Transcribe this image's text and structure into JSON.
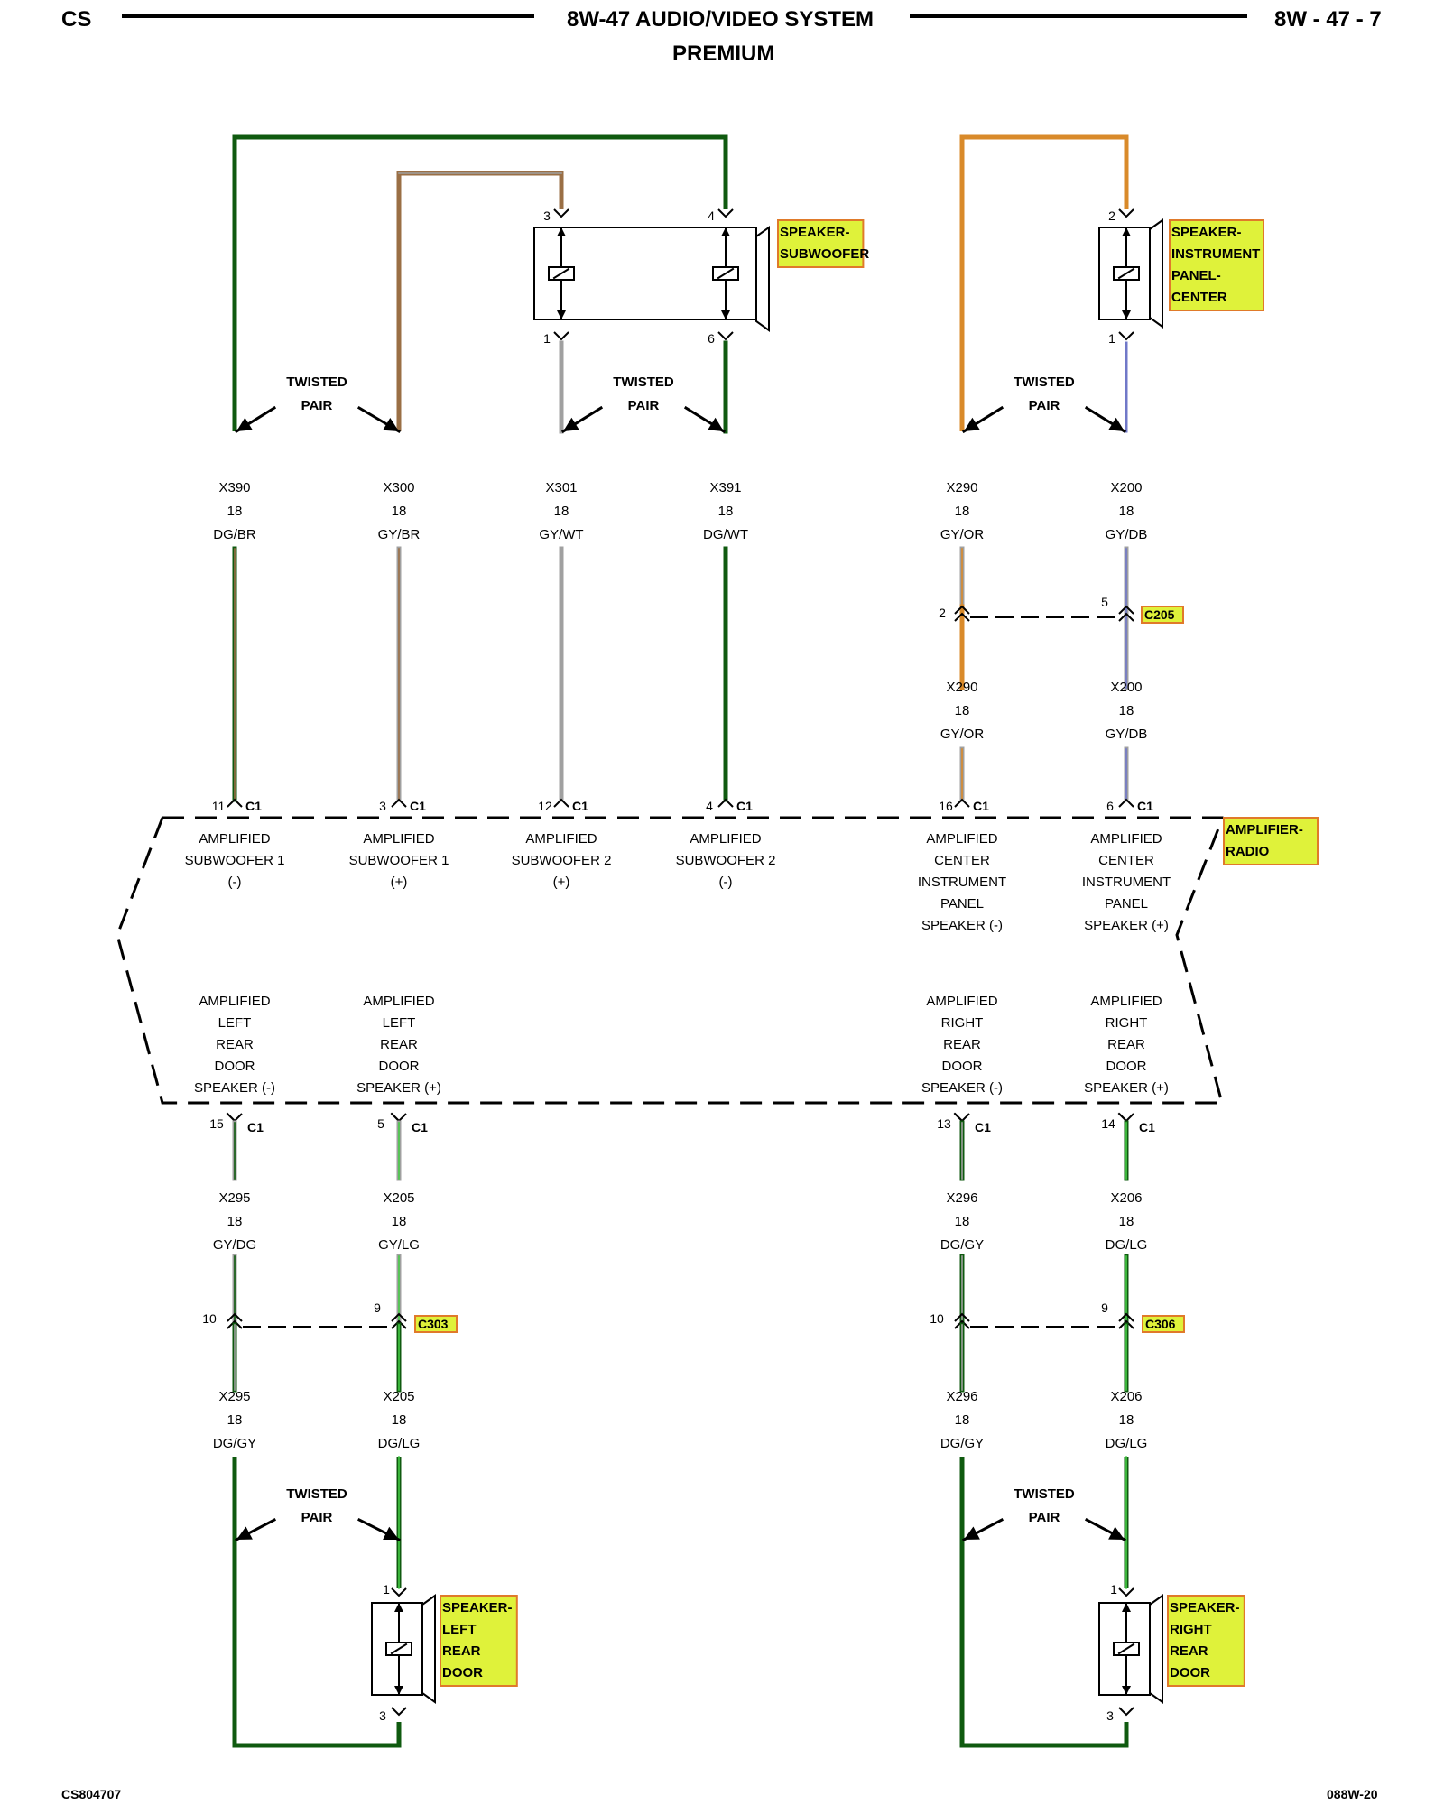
{
  "header": {
    "left": "CS",
    "title": "8W-47 AUDIO/VIDEO SYSTEM",
    "subtitle": "PREMIUM",
    "right": "8W - 47 - 7"
  },
  "footer": {
    "left": "CS804707",
    "right": "088W-20"
  },
  "colors": {
    "DG": "#0f5a0f",
    "BR": "#9a6f45",
    "GY": "#a0a0a0",
    "OR": "#d98a2a",
    "DB": "#7078c8",
    "LG": "#46cc46",
    "highlight": "#dff23a",
    "highlight_border": "#e07a2a"
  },
  "twisted_pair_label": [
    "TWISTED",
    "PAIR"
  ],
  "components": {
    "subwoofer": {
      "name": "SPEAKER-SUBWOOFER",
      "lines": [
        "SPEAKER-",
        "SUBWOOFER"
      ]
    },
    "ip_center": {
      "name": "SPEAKER-INSTRUMENT PANEL-CENTER",
      "lines": [
        "SPEAKER-",
        "INSTRUMENT",
        "PANEL-",
        "CENTER"
      ]
    },
    "amp_radio": {
      "name": "AMPLIFIER-RADIO",
      "lines": [
        "AMPLIFIER-",
        "RADIO"
      ]
    },
    "left_rear": {
      "name": "SPEAKER-LEFT REAR DOOR",
      "lines": [
        "SPEAKER-",
        "LEFT",
        "REAR",
        "DOOR"
      ]
    },
    "right_rear": {
      "name": "SPEAKER-RIGHT REAR DOOR",
      "lines": [
        "SPEAKER-",
        "RIGHT",
        "REAR",
        "DOOR"
      ]
    }
  },
  "connectors": {
    "c205": "C205",
    "c303": "C303",
    "c306": "C306",
    "c1": "C1"
  },
  "upper_circuits": [
    {
      "circuit": "X390",
      "gauge": "18",
      "color": "DG/BR",
      "c1_pin": "11",
      "function": [
        "AMPLIFIED",
        "SUBWOOFER 1",
        "(-)"
      ],
      "speaker_pin": ""
    },
    {
      "circuit": "X300",
      "gauge": "18",
      "color": "GY/BR",
      "c1_pin": "3",
      "function": [
        "AMPLIFIED",
        "SUBWOOFER 1",
        "(+)"
      ],
      "speaker_pin": "3"
    },
    {
      "circuit": "X301",
      "gauge": "18",
      "color": "GY/WT",
      "c1_pin": "12",
      "function": [
        "AMPLIFIED",
        "SUBWOOFER 2",
        "(+)"
      ],
      "speaker_pin": "1"
    },
    {
      "circuit": "X391",
      "gauge": "18",
      "color": "DG/WT",
      "c1_pin": "4",
      "function": [
        "AMPLIFIED",
        "SUBWOOFER 2",
        "(-)"
      ],
      "speaker_pin": "6"
    },
    {
      "circuit": "X290",
      "gauge": "18",
      "color": "GY/OR",
      "c1_pin": "16",
      "c205_pin": "2",
      "function": [
        "AMPLIFIED",
        "CENTER",
        "INSTRUMENT",
        "PANEL",
        "SPEAKER (-)"
      ]
    },
    {
      "circuit": "X200",
      "gauge": "18",
      "color": "GY/DB",
      "c1_pin": "6",
      "c205_pin": "5",
      "function": [
        "AMPLIFIED",
        "CENTER",
        "INSTRUMENT",
        "PANEL",
        "SPEAKER (+)"
      ]
    }
  ],
  "subwoofer_top_pins": [
    "3",
    "4"
  ],
  "ip_center_pins": [
    "2",
    "1"
  ],
  "lower_circuits": [
    {
      "function": [
        "AMPLIFIED",
        "LEFT",
        "REAR",
        "DOOR",
        "SPEAKER (-)"
      ],
      "c1_pin": "15",
      "circuit": "X295",
      "gauge": "18",
      "color": "GY/DG",
      "inline_pin": "10",
      "circuit2": "X295",
      "gauge2": "18",
      "color2": "DG/GY"
    },
    {
      "function": [
        "AMPLIFIED",
        "LEFT",
        "REAR",
        "DOOR",
        "SPEAKER (+)"
      ],
      "c1_pin": "5",
      "circuit": "X205",
      "gauge": "18",
      "color": "GY/LG",
      "inline_pin": "9",
      "circuit2": "X205",
      "gauge2": "18",
      "color2": "DG/LG"
    },
    {
      "function": [
        "AMPLIFIED",
        "RIGHT",
        "REAR",
        "DOOR",
        "SPEAKER (-)"
      ],
      "c1_pin": "13",
      "circuit": "X296",
      "gauge": "18",
      "color": "DG/GY",
      "inline_pin": "10",
      "circuit2": "X296",
      "gauge2": "18",
      "color2": "DG/GY"
    },
    {
      "function": [
        "AMPLIFIED",
        "RIGHT",
        "REAR",
        "DOOR",
        "SPEAKER (+)"
      ],
      "c1_pin": "14",
      "circuit": "X206",
      "gauge": "18",
      "color": "DG/LG",
      "inline_pin": "9",
      "circuit2": "X206",
      "gauge2": "18",
      "color2": "DG/LG"
    }
  ],
  "rear_speaker_pins": [
    "1",
    "3"
  ]
}
